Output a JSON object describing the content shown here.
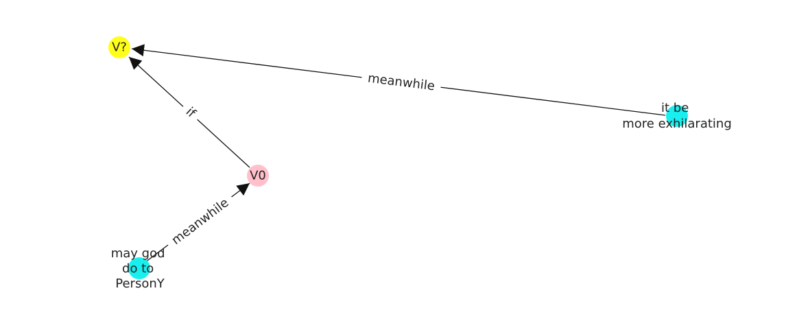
{
  "graph": {
    "nodes": [
      {
        "id": "vq",
        "lines": [
          "V?"
        ],
        "color": "#ffff1a"
      },
      {
        "id": "v0",
        "lines": [
          "V0"
        ],
        "color": "#ffc0cb"
      },
      {
        "id": "exhilarating",
        "lines": [
          "it be",
          "more exhilarating"
        ],
        "color": "#1aefef"
      },
      {
        "id": "god",
        "lines": [
          "may god",
          "do to",
          "PersonY"
        ],
        "color": "#1aefef"
      }
    ],
    "edges": [
      {
        "from": "exhilarating",
        "to": "vq",
        "label": "meanwhile"
      },
      {
        "from": "v0",
        "to": "vq",
        "label": "if"
      },
      {
        "from": "god",
        "to": "v0",
        "label": "meanwhile"
      }
    ]
  }
}
